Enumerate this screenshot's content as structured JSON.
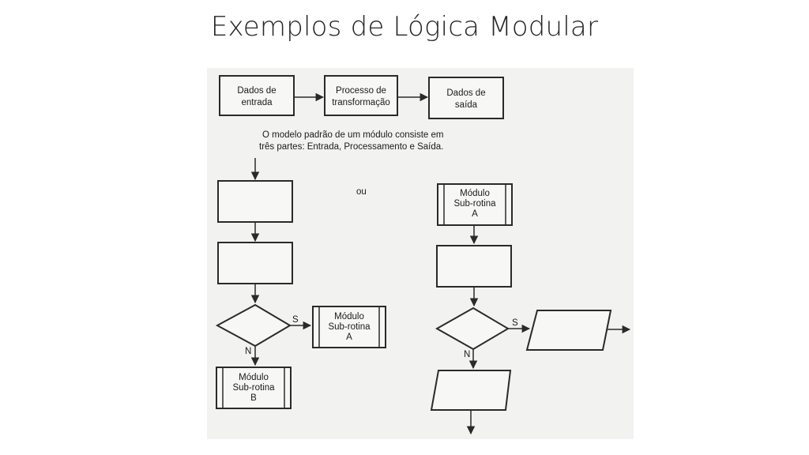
{
  "title": "Exemplos de Lógica Modular",
  "diagram": {
    "input_box": [
      "Dados de",
      "entrada"
    ],
    "process_box": [
      "Processo de",
      "transformação"
    ],
    "output_box": [
      "Dados de",
      "saída"
    ],
    "caption": [
      "O modelo padrão de um módulo consiste em",
      "três partes: Entrada, Processamento e Saída."
    ],
    "or_label": "ou",
    "left_branch": {
      "yes_label": "S",
      "no_label": "N",
      "module_a": [
        "Módulo",
        "Sub-rotina",
        "A"
      ],
      "module_b": [
        "Módulo",
        "Sub-rotina",
        "B"
      ]
    },
    "right_branch": {
      "module_a": [
        "Módulo",
        "Sub-rotina",
        "A"
      ],
      "yes_label": "S",
      "no_label": "N"
    }
  }
}
